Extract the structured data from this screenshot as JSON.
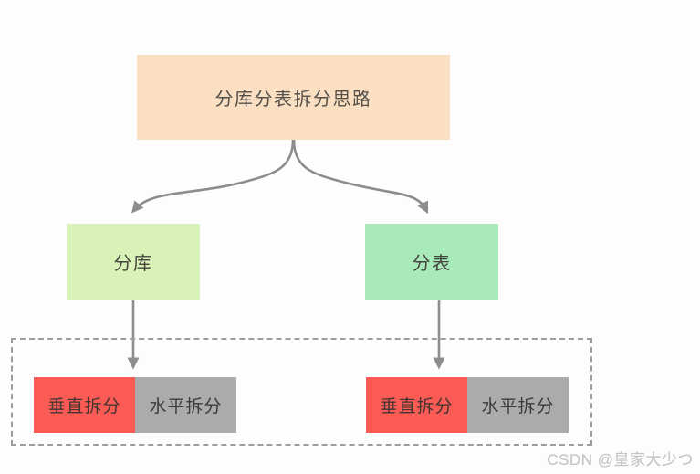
{
  "diagram": {
    "root": {
      "label": "分库分表拆分思路",
      "fill": "#fbdfc2"
    },
    "branches": [
      {
        "label": "分库",
        "fill": "#d9f2b7"
      },
      {
        "label": "分表",
        "fill": "#a9eaba"
      }
    ],
    "split_pairs": [
      {
        "vertical": "垂直拆分",
        "horizontal": "水平拆分"
      },
      {
        "vertical": "垂直拆分",
        "horizontal": "水平拆分"
      }
    ],
    "colors": {
      "vertical_split_fill": "#fa5b55",
      "horizontal_split_fill": "#ababab",
      "arrow": "#8d8d8d",
      "dashed_border": "#9c9c9c",
      "background": "#fdfdfd"
    }
  },
  "watermark": {
    "text": "CSDN @皇家大少つ"
  }
}
